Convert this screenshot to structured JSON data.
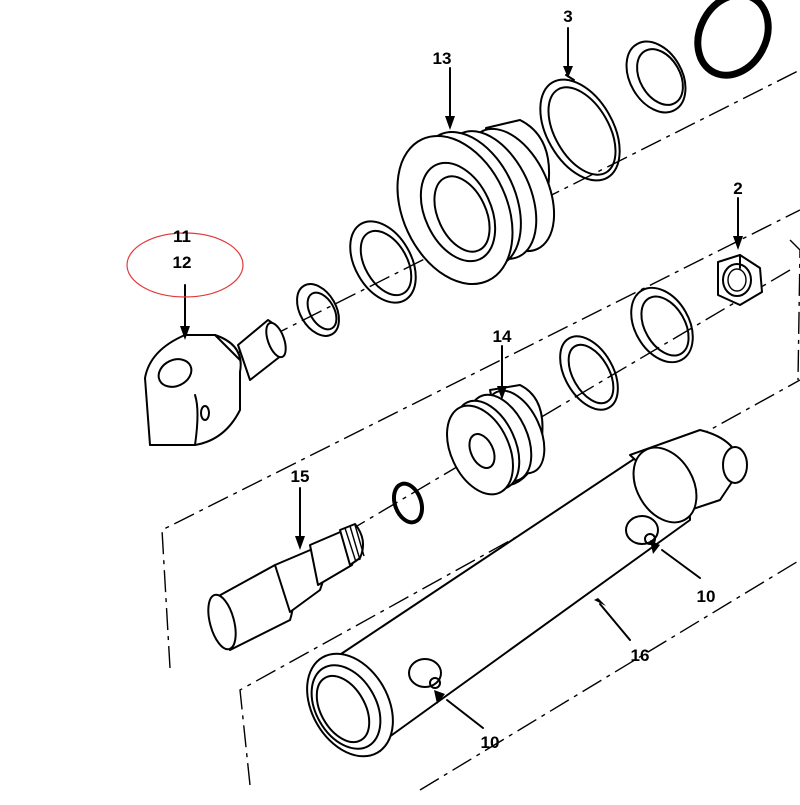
{
  "diagram": {
    "callouts": [
      {
        "id": "c3",
        "label": "3"
      },
      {
        "id": "c13",
        "label": "13"
      },
      {
        "id": "c2",
        "label": "2"
      },
      {
        "id": "c11",
        "label": "11"
      },
      {
        "id": "c12",
        "label": "12"
      },
      {
        "id": "c14",
        "label": "14"
      },
      {
        "id": "c15",
        "label": "15"
      },
      {
        "id": "c10a",
        "label": "10"
      },
      {
        "id": "c16",
        "label": "16"
      },
      {
        "id": "c10b",
        "label": "10"
      }
    ],
    "highlight_color": "#e23a3a",
    "line_color": "#000000"
  }
}
